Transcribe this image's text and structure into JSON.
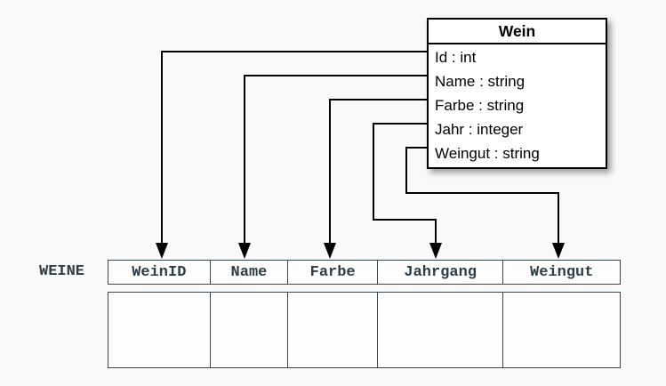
{
  "class_box": {
    "title": "Wein",
    "attributes": [
      "Id : int",
      "Name : string",
      "Farbe : string",
      "Jahr : integer",
      "Weingut : string"
    ]
  },
  "table": {
    "label": "WEINE",
    "columns": [
      "WeinID",
      "Name",
      "Farbe",
      "Jahrgang",
      "Weingut"
    ],
    "body_row_empty_cells": 5
  },
  "mappings": [
    {
      "from": "Id",
      "to": "WeinID"
    },
    {
      "from": "Name",
      "to": "Name"
    },
    {
      "from": "Farbe",
      "to": "Farbe"
    },
    {
      "from": "Jahr",
      "to": "Jahrgang"
    },
    {
      "from": "Weingut",
      "to": "Weingut"
    }
  ],
  "colors": {
    "background": "#f9f9f9",
    "connector_line": "#000000",
    "class_box_background": "#ffffff",
    "class_box_border": "#000000",
    "table_border": "#37474f",
    "table_text": "#2e3d46",
    "cell_background": "#fdfdfd"
  }
}
